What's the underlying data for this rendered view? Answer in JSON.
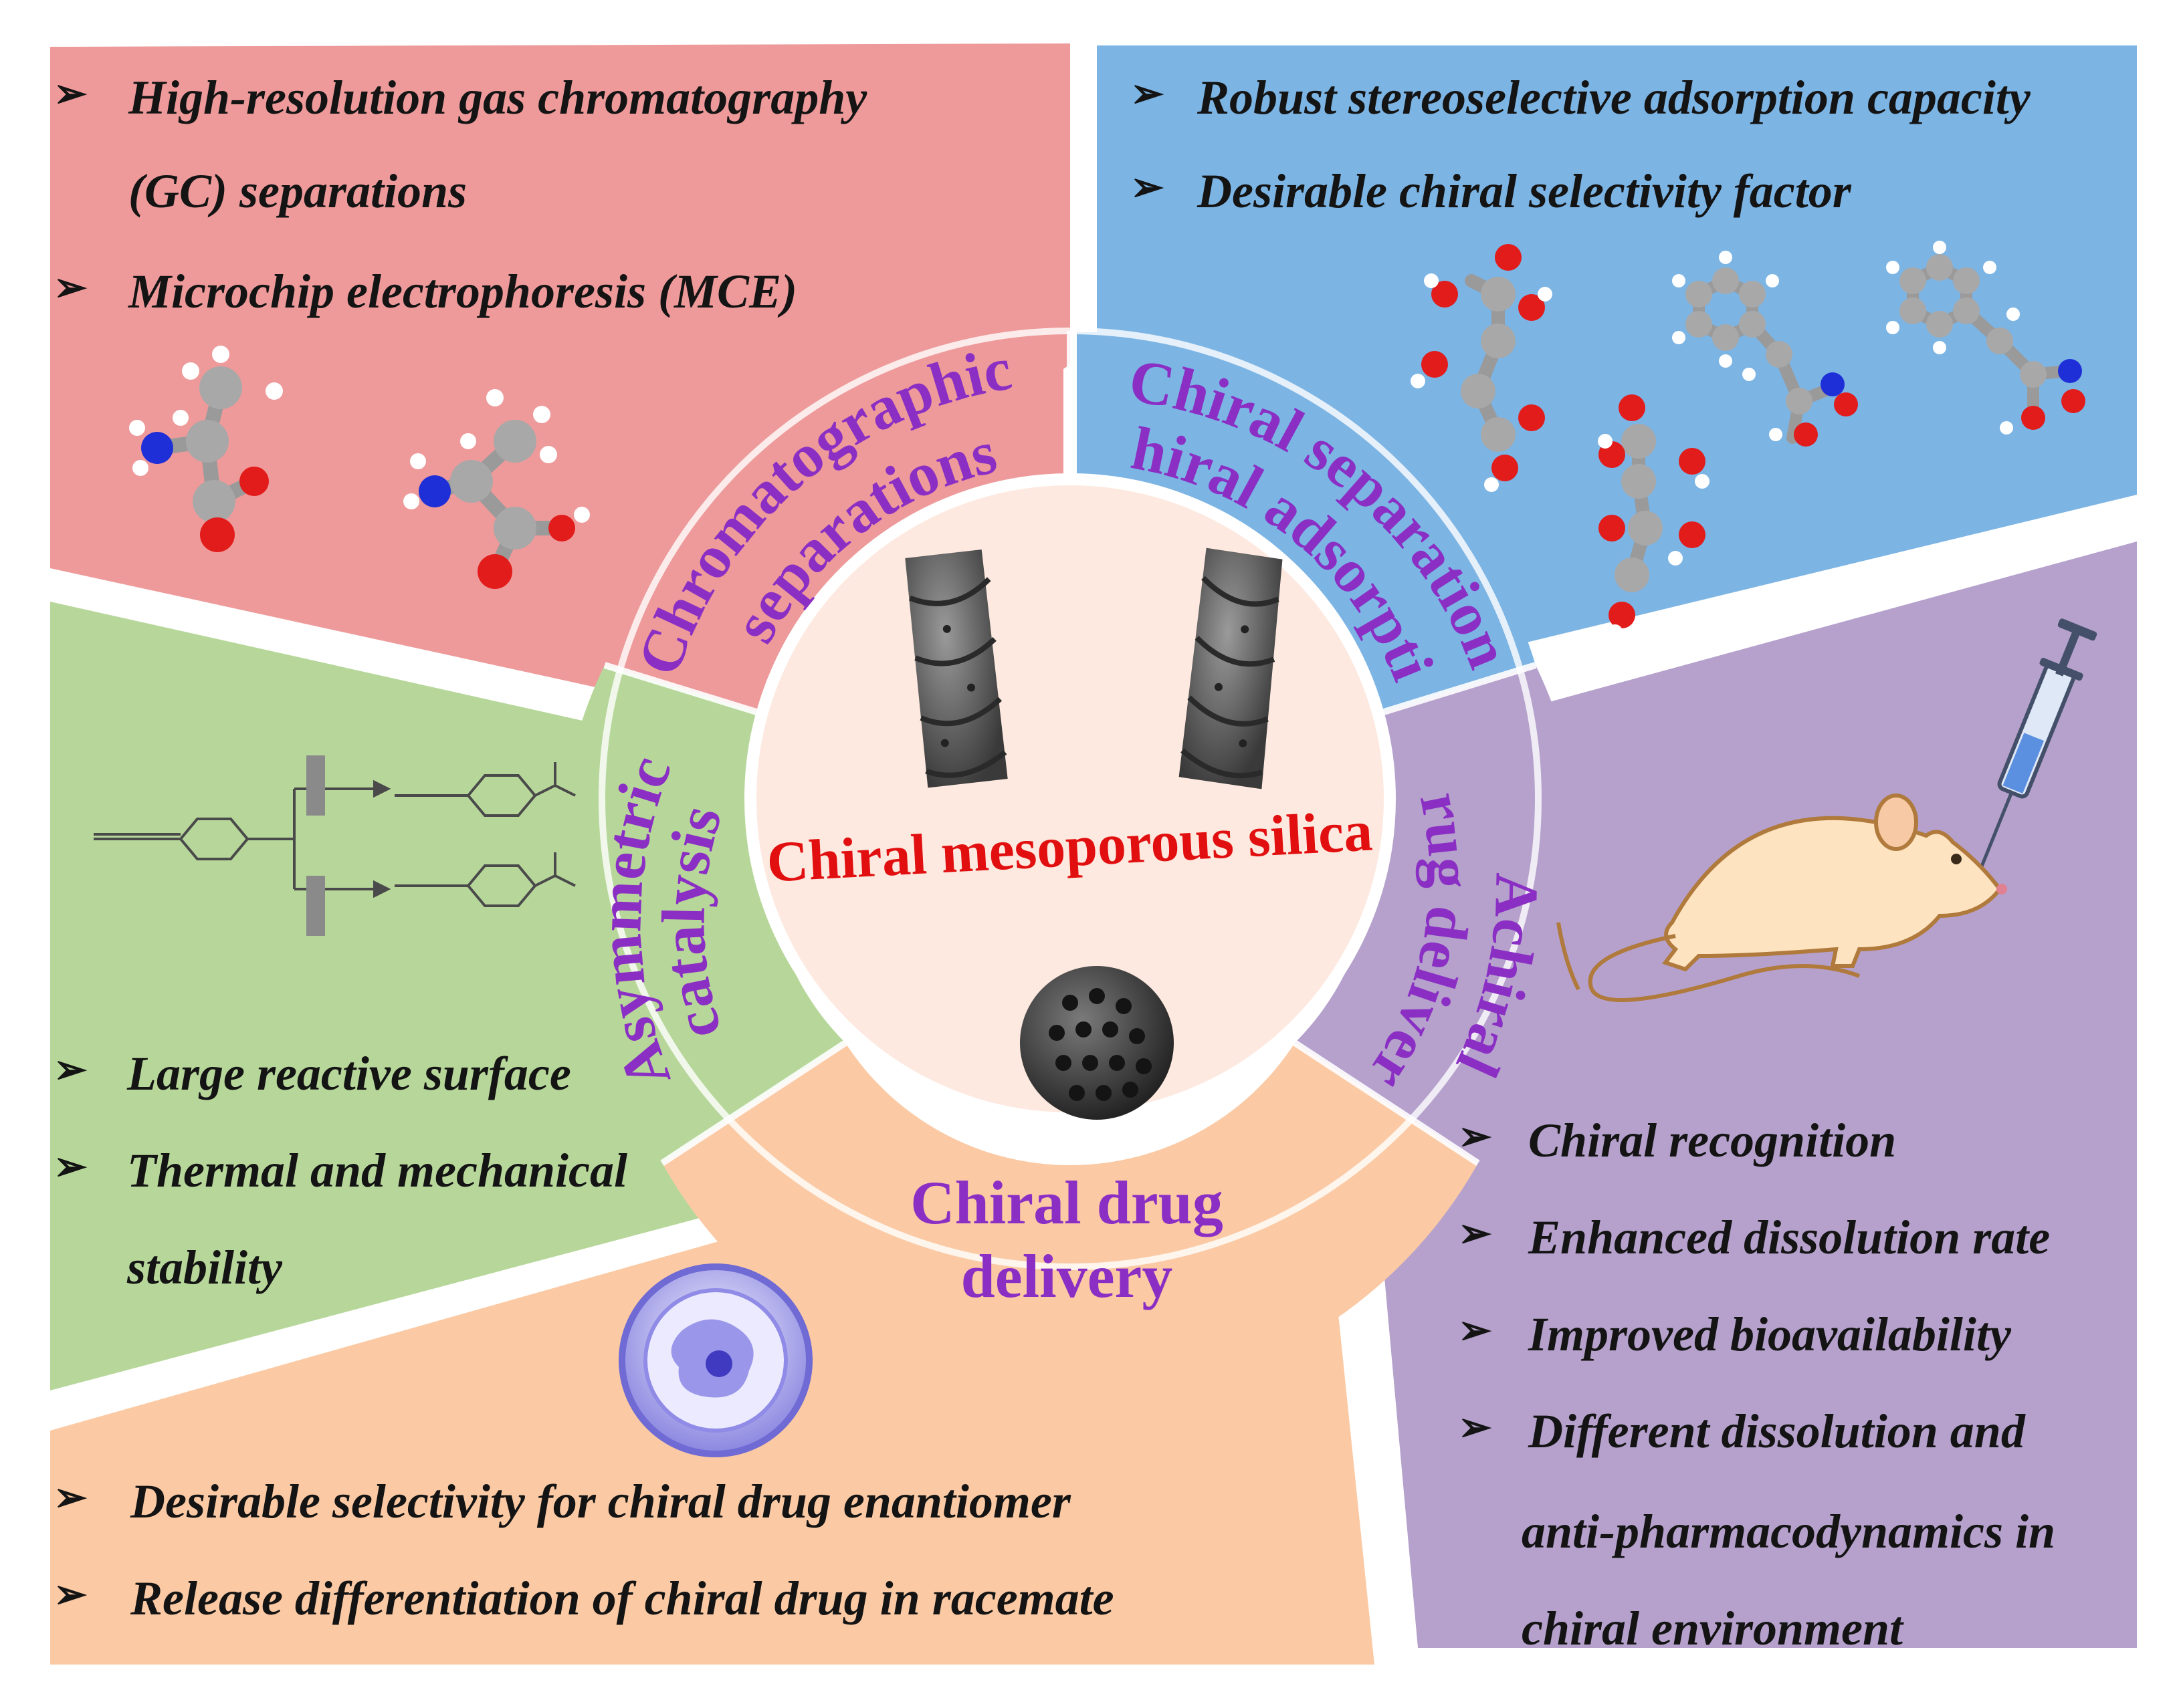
{
  "center": {
    "title": "Chiral mesoporous silica"
  },
  "sectors": {
    "chromatographic": {
      "line1": "Chromatographic",
      "line2": "separations"
    },
    "chiral_separation": {
      "line1": "Chiral separation",
      "line2": "Chiral adsorption"
    },
    "achiral": {
      "line1": "Achiral",
      "line2": "drug delivery"
    },
    "chiral_drug": {
      "line1": "Chiral drug",
      "line2": "delivery"
    },
    "asymmetric": {
      "line1": "Asymmetric",
      "line2": "catalysis"
    }
  },
  "panels": {
    "top_left": [
      "High-resolution gas chromatography",
      "(GC) separations",
      "Microchip electrophoresis (MCE)"
    ],
    "top_right": [
      "Robust stereoselective adsorption capacity",
      "Desirable chiral selectivity factor"
    ],
    "left": [
      "Large reactive surface",
      "Thermal and mechanical",
      "stability"
    ],
    "bottom": [
      "Desirable selectivity for chiral drug enantiomer",
      "Release differentiation of chiral drug in racemate"
    ],
    "right": [
      "Chiral recognition",
      "Enhanced dissolution rate",
      "Improved bioavailability",
      "Different dissolution and",
      "anti-pharmacodynamics in",
      "chiral  environment"
    ]
  },
  "bullet_symbol": "➢",
  "colors": {
    "red_panel": "#ee9a9a",
    "blue_panel": "#7cb4e4",
    "green_panel": "#b7d79a",
    "orange_panel": "#fbcaa4",
    "purple_panel": "#b5a1cc",
    "center_fill": "#fde9df",
    "title_red": "#e10f0f",
    "sector_label_purple": "#8b2fc4"
  }
}
